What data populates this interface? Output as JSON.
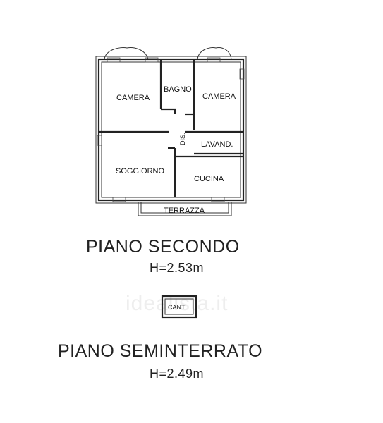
{
  "floor_second": {
    "title": "PIANO SECONDO",
    "height": "H=2.53m",
    "rooms": {
      "camera_left": "CAMERA",
      "bagno": "BAGNO",
      "camera_right": "CAMERA",
      "dis": "DIS.",
      "lavand": "LAVAND.",
      "soggiorno": "SOGGIORNO",
      "cucina": "CUCINA",
      "terrazza": "TERRAZZA"
    }
  },
  "floor_semi": {
    "title": "PIANO SEMINTERRATO",
    "height": "H=2.49m",
    "rooms": {
      "cantina": "CANT."
    }
  },
  "watermark": "idealista.it"
}
